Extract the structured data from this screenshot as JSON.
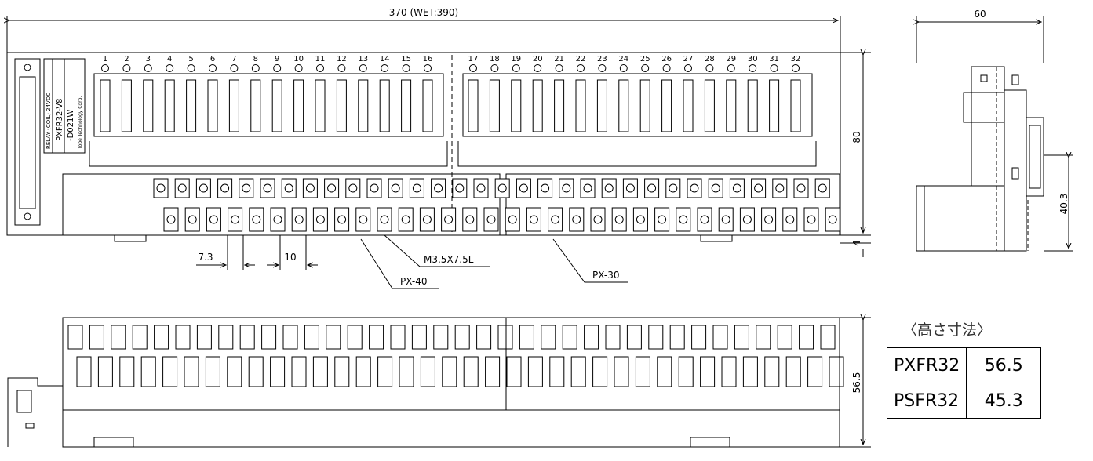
{
  "dimensions": {
    "overall_width": "370 (WET:390)",
    "side_width": "60",
    "height_top": "80",
    "height_rail": "40.3",
    "offset_bottom": "4",
    "pitch_a": "7.3",
    "pitch_b": "10",
    "screw": "M3.5X7.5L",
    "part_a": "PX-40",
    "part_b": "PX-30",
    "height_front": "56.5"
  },
  "terminal_numbers_left": [
    "1",
    "2",
    "3",
    "4",
    "5",
    "6",
    "7",
    "8",
    "9",
    "10",
    "11",
    "12",
    "13",
    "14",
    "15",
    "16"
  ],
  "terminal_numbers_right": [
    "17",
    "18",
    "19",
    "20",
    "21",
    "22",
    "23",
    "24",
    "25",
    "26",
    "27",
    "28",
    "29",
    "30",
    "31",
    "32"
  ],
  "label_plate": {
    "model": "PXFR32-V8",
    "code": "-D021W",
    "rating": "RELAY (COIL) 24VDC",
    "maker": "Tobe Technology Corp."
  },
  "height_table": {
    "title": "〈高さ寸法〉",
    "rows": [
      {
        "model": "PXFR32",
        "value": "56.5"
      },
      {
        "model": "PSFR32",
        "value": "45.3"
      }
    ]
  },
  "colors": {
    "line": "#000000",
    "background": "#ffffff"
  }
}
